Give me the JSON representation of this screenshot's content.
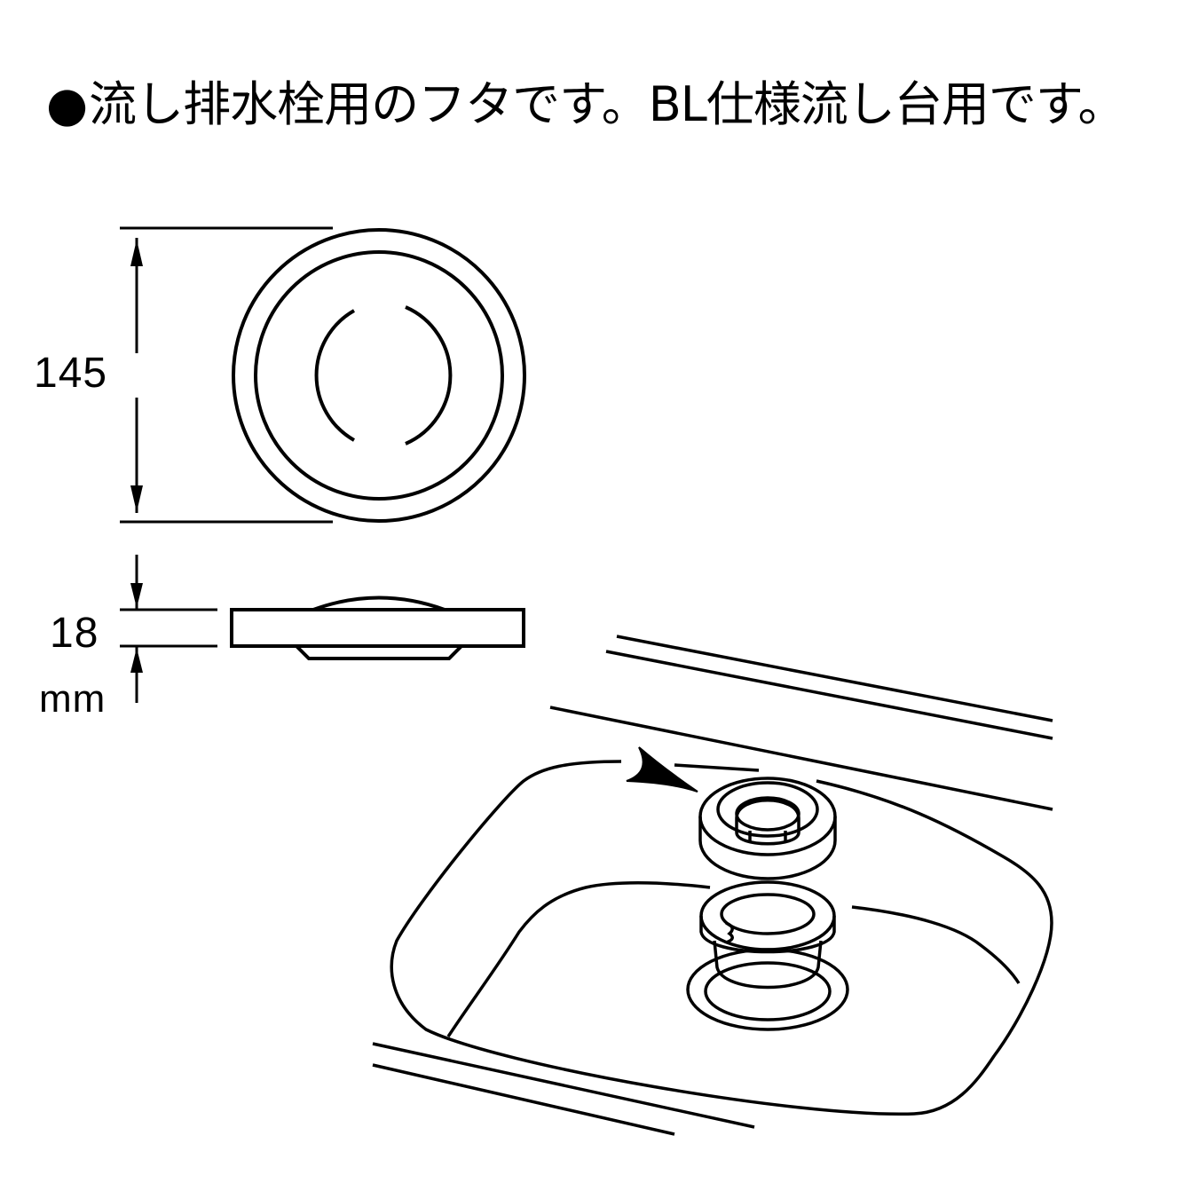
{
  "caption": {
    "bullet": "●",
    "text": "流し排水栓用のフタです。BL仕様流し台用です。"
  },
  "dimensions": {
    "diameter_value": "145",
    "height_value": "18",
    "unit": "mm"
  },
  "colors": {
    "line": "#000000",
    "background": "#ffffff"
  }
}
